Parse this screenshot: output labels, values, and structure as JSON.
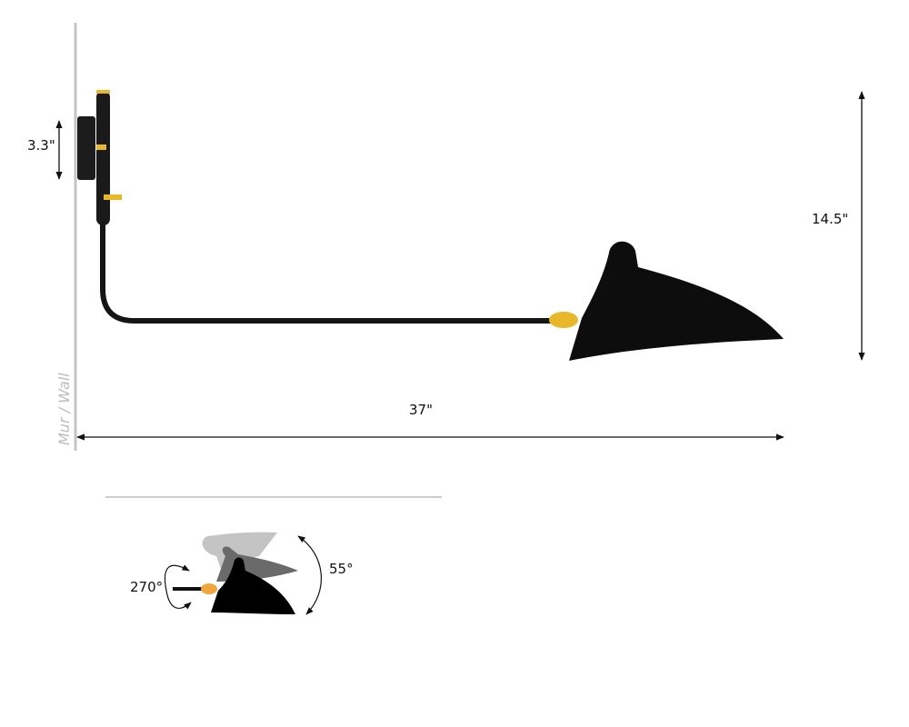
{
  "labels": {
    "wall": "Mur / Wall",
    "plate_height": "3.3\"",
    "total_height": "14.5\"",
    "total_length": "37\"",
    "rotation_arm": "270°",
    "tilt_shade": "55°"
  },
  "colors": {
    "lamp_black": "#111111",
    "brass": "#e8b82a",
    "wall_line": "#c4c4c4"
  }
}
